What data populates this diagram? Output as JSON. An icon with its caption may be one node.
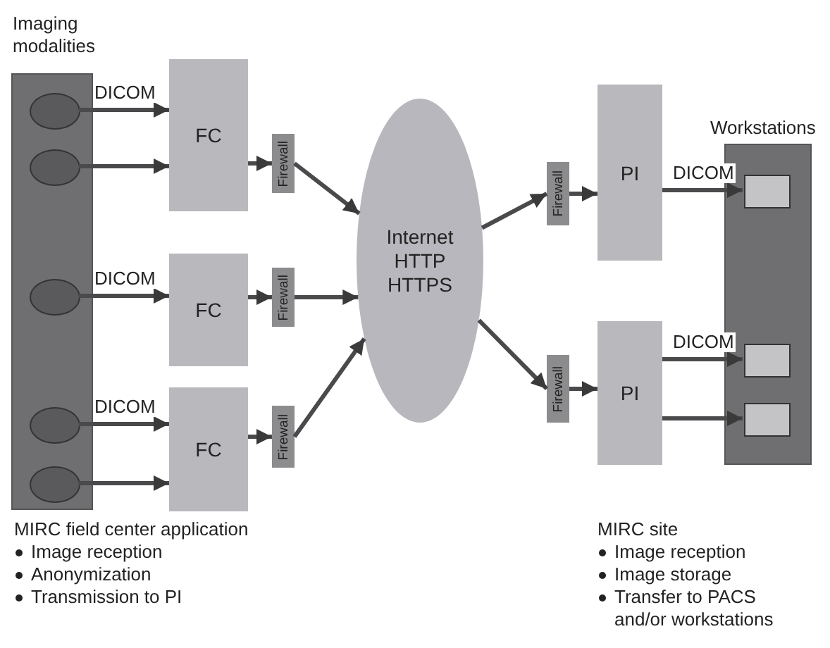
{
  "diagram": {
    "nodes": [
      {
        "text": [
          "Imaging modalities"
        ]
      },
      {
        "text": [],
        "shape": "ellipse",
        "in": 0
      },
      {
        "text": [],
        "shape": "ellipse",
        "in": 0
      },
      {
        "text": [],
        "shape": "ellipse",
        "in": 0
      },
      {
        "text": [],
        "shape": "ellipse",
        "in": 0
      },
      {
        "text": [],
        "shape": "ellipse",
        "in": 0
      },
      {
        "text": [
          "FC"
        ]
      },
      {
        "text": [
          "FC"
        ]
      },
      {
        "text": [
          "FC"
        ]
      },
      {
        "text": [
          "Firewall"
        ]
      },
      {
        "text": [
          "Firewall"
        ]
      },
      {
        "text": [
          "Firewall"
        ]
      },
      {
        "text": [
          "Internet HTTP HTTPS"
        ]
      },
      {
        "text": [
          "Firewall"
        ]
      },
      {
        "text": [
          "Firewall"
        ]
      },
      {
        "text": [
          "PI"
        ]
      },
      {
        "text": [
          "PI"
        ]
      },
      {
        "text": [
          "Workstations"
        ]
      },
      {
        "text": [],
        "shape": "box",
        "in": 17
      },
      {
        "text": [],
        "shape": "box",
        "in": 17
      },
      {
        "text": [],
        "shape": "box",
        "in": 17
      }
    ],
    "edges": [
      {
        "from": 1,
        "to": 6,
        "arrow": "to",
        "label": "DICOM"
      },
      {
        "from": 2,
        "to": 6,
        "arrow": "to"
      },
      {
        "from": 3,
        "to": 7,
        "arrow": "to",
        "label": "DICOM"
      },
      {
        "from": 4,
        "to": 8,
        "arrow": "to",
        "label": "DICOM"
      },
      {
        "from": 5,
        "to": 8,
        "arrow": "to"
      },
      {
        "from": 6,
        "to": 9,
        "arrow": "to"
      },
      {
        "from": 7,
        "to": 10,
        "arrow": "to"
      },
      {
        "from": 8,
        "to": 11,
        "arrow": "to"
      },
      {
        "from": 9,
        "to": 12,
        "arrow": "to"
      },
      {
        "from": 10,
        "to": 12,
        "arrow": "to"
      },
      {
        "from": 11,
        "to": 12,
        "arrow": "to"
      },
      {
        "from": 12,
        "to": 13,
        "arrow": "to"
      },
      {
        "from": 12,
        "to": 14,
        "arrow": "to"
      },
      {
        "from": 13,
        "to": 15,
        "arrow": "to"
      },
      {
        "from": 14,
        "to": 16,
        "arrow": "to"
      },
      {
        "from": 15,
        "to": 18,
        "arrow": "to",
        "label": "DICOM"
      },
      {
        "from": 16,
        "to": 19,
        "arrow": "to",
        "label": "DICOM"
      },
      {
        "from": 16,
        "to": 20,
        "arrow": "to"
      }
    ],
    "labels": [
      "MIRC field center application",
      "Image reception",
      "Anonymization",
      "Transmission to PI",
      "MIRC site",
      "Image reception",
      "Image storage",
      "Transfer to PACS and/or workstations"
    ]
  }
}
